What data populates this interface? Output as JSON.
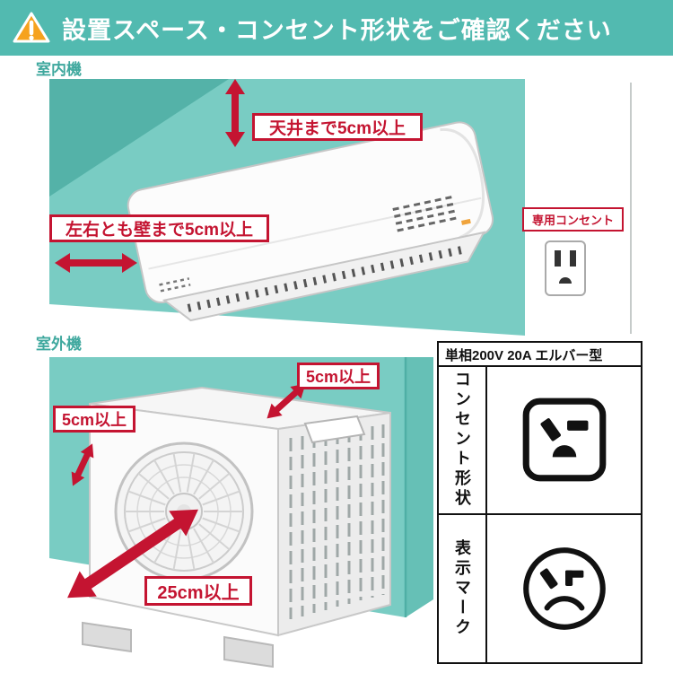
{
  "header": {
    "title": "設置スペース・コンセント形状をご確認ください",
    "icon": "warning-triangle-icon",
    "bg": "#52BAB0",
    "fg": "#FFFFFF"
  },
  "palette": {
    "wall_light": "#79CCC3",
    "wall_dark": "#54B2A8",
    "accent_red": "#C41431",
    "line_black": "#111111"
  },
  "indoor": {
    "section_label": "室内機",
    "ceiling_label": "天井まで5cm以上",
    "side_label": "左右とも壁まで5cm以上",
    "outlet_label": "専用コンセント"
  },
  "outdoor": {
    "section_label": "室外機",
    "top_label": "5cm以上",
    "left_label": "5cm以上",
    "front_label": "25cm以上"
  },
  "spec": {
    "power": "単相200V 20A エルバー型",
    "rows": [
      {
        "label": "コンセント形状",
        "icon": "outlet-20a-icon"
      },
      {
        "label": "表示マーク",
        "icon": "mark-20a-icon"
      }
    ]
  }
}
